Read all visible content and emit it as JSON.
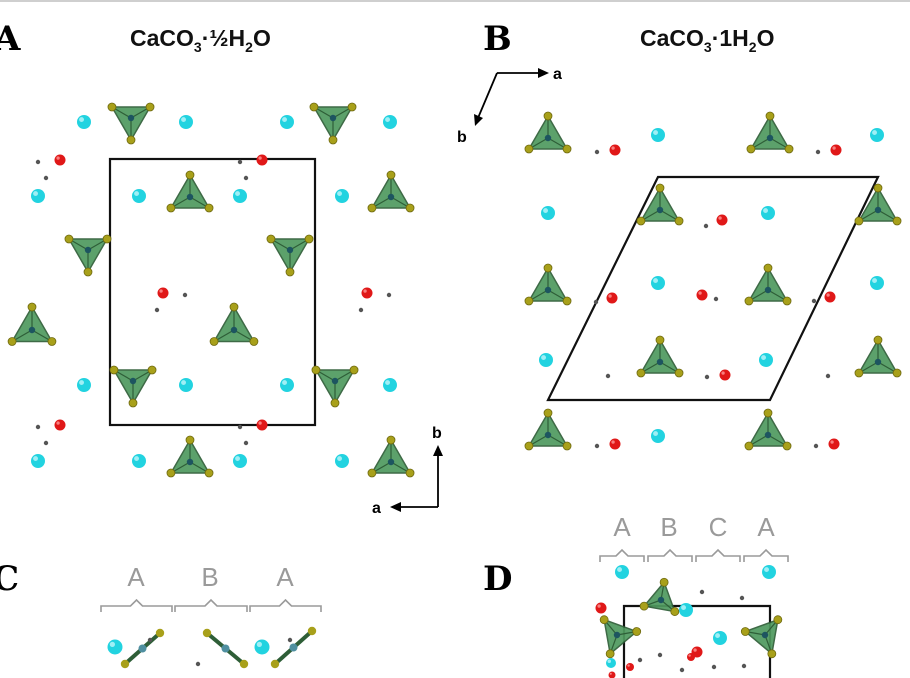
{
  "panels": {
    "a": {
      "label": "A",
      "formula_main": "CaCO",
      "formula_sub3": "3",
      "formula_mid": "·½H",
      "formula_sub2": "2",
      "formula_end": "O"
    },
    "b": {
      "label": "B",
      "formula_main": "CaCO",
      "formula_sub3": "3",
      "formula_mid": "·1H",
      "formula_sub2": "2",
      "formula_end": "O"
    },
    "c": {
      "label": "C",
      "stacking": [
        "A",
        "B",
        "A"
      ]
    },
    "d": {
      "label": "D",
      "stacking": [
        "A",
        "B",
        "C",
        "A"
      ]
    }
  },
  "axes": {
    "a_label": "a",
    "b_label": "b"
  },
  "legend_colors": {
    "calcium": "#22d3e0",
    "water_oxygen": "#e01818",
    "hydrogen": "#555555",
    "carbonate_fill": "#4f9a5f",
    "carbonate_oxygen": "#a8a01a"
  },
  "atom_icons": [
    "calcium-atom-icon",
    "water-oxygen-atom-icon",
    "hydrogen-atom-icon",
    "carbonate-triangle-icon"
  ]
}
